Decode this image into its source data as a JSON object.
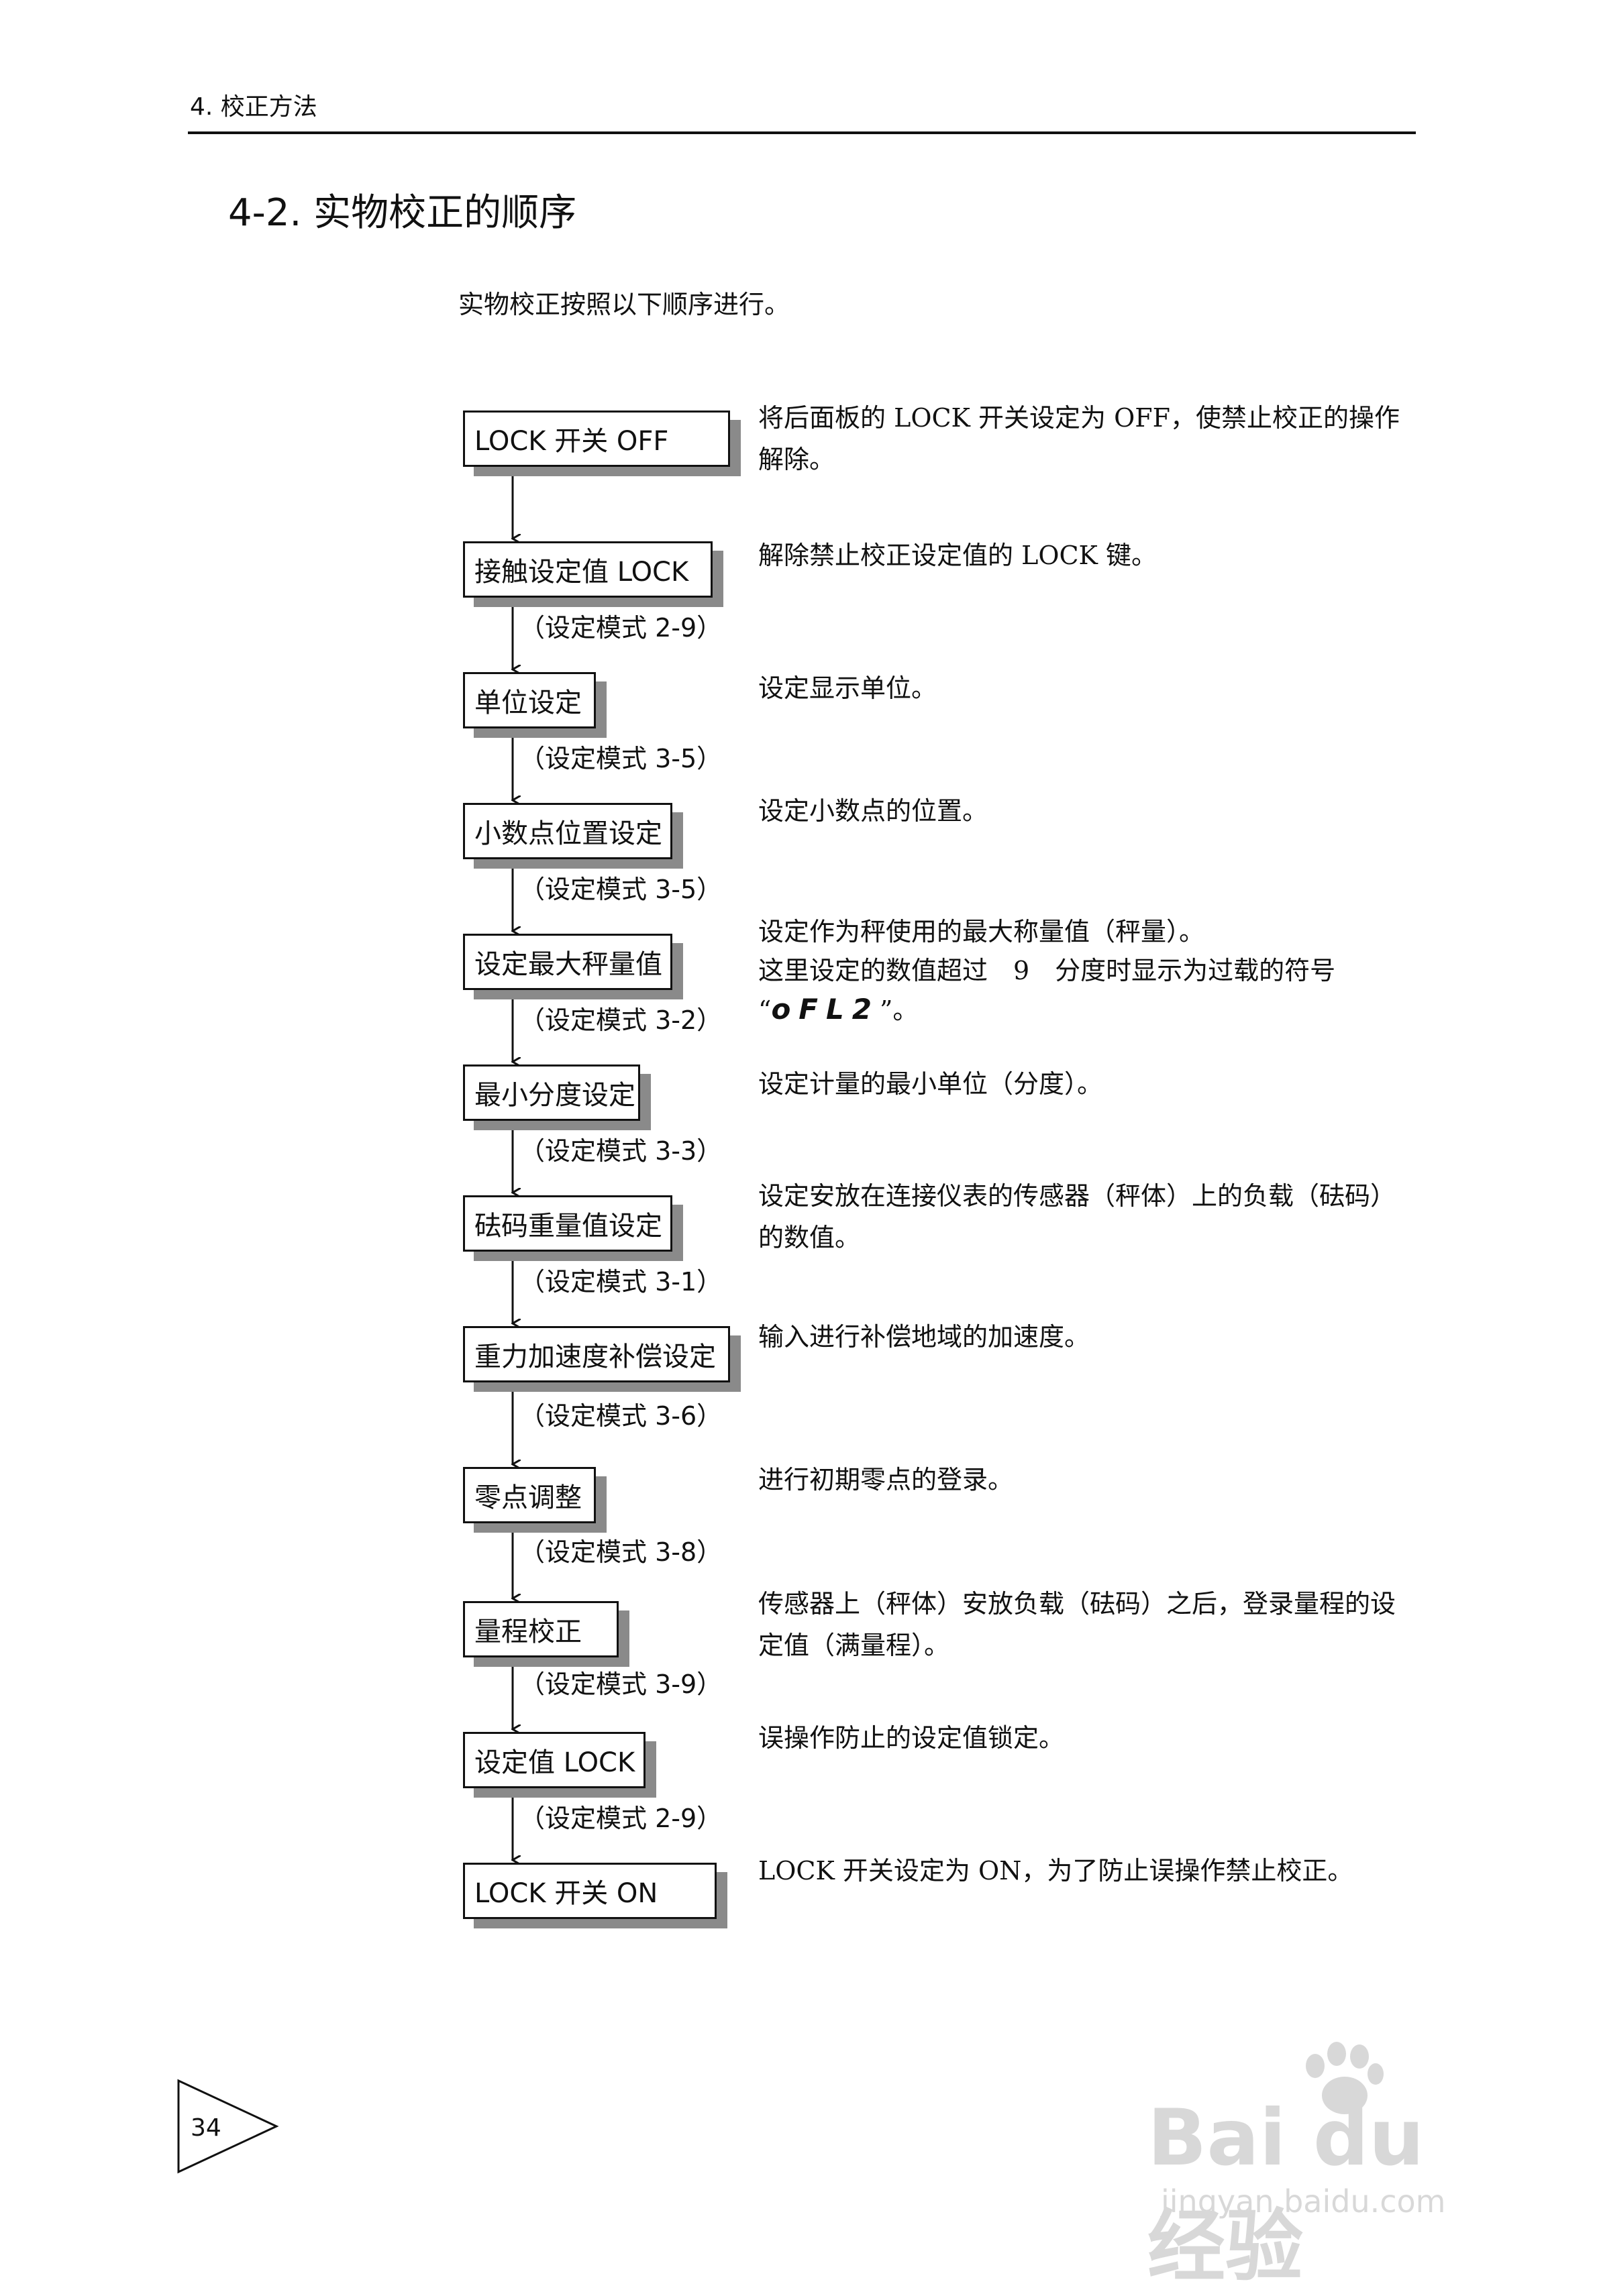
{
  "header": {
    "section": "4. 校正方法"
  },
  "title": "4-2. 实物校正的顺序",
  "intro": "实物校正按照以下顺序进行。",
  "steps": [
    {
      "label": "LOCK 开关 OFF",
      "mode": "",
      "desc": [
        "将后面板的 LOCK 开关设定为 OFF，使禁止校正的操作",
        "解除。"
      ]
    },
    {
      "label": "接触设定值 LOCK",
      "mode": "（设定模式 2-9）",
      "desc": [
        "解除禁止校正设定值的 LOCK 键。"
      ]
    },
    {
      "label": "单位设定",
      "mode": "（设定模式 3-5）",
      "desc": [
        "设定显示单位。"
      ]
    },
    {
      "label": "小数点位置设定",
      "mode": "（设定模式 3-5）",
      "desc": [
        "设定小数点的位置。"
      ]
    },
    {
      "label": "设定最大秤量值",
      "mode": "（设定模式 3-2）",
      "desc": [
        "设定作为秤使用的最大称量值（秤量）。",
        "这里设定的数值超过　9　分度时显示为过载的符号"
      ],
      "desc_symbol": "oFL2",
      "desc_open_quote": "“",
      "desc_close_quote": "”。"
    },
    {
      "label": "最小分度设定",
      "mode": "（设定模式 3-3）",
      "desc": [
        "设定计量的最小单位（分度）。"
      ]
    },
    {
      "label": "砝码重量值设定",
      "mode": "（设定模式 3-1）",
      "desc": [
        "设定安放在连接仪表的传感器（秤体）上的负载（砝码）",
        "的数值。"
      ]
    },
    {
      "label": "重力加速度补偿设定",
      "mode": "（设定模式 3-6）",
      "desc": [
        "输入进行补偿地域的加速度。"
      ]
    },
    {
      "label": "零点调整",
      "mode": "（设定模式 3-8）",
      "desc": [
        "进行初期零点的登录。"
      ]
    },
    {
      "label": "量程校正",
      "mode": "（设定模式 3-9）",
      "desc": [
        "传感器上（秤体）安放负载（砝码）之后，登录量程的设",
        "定值（满量程）。"
      ]
    },
    {
      "label": "设定值 LOCK",
      "mode": "（设定模式 2-9）",
      "desc": [
        "误操作防止的设定值锁定。"
      ]
    },
    {
      "label": "LOCK 开关 ON",
      "mode": "",
      "desc": [
        "LOCK 开关设定为 ON，为了防止误操作禁止校正。"
      ]
    }
  ],
  "page_number": "34",
  "watermark": {
    "brand": "Bai du 经验",
    "url": "jingyan.baidu.com"
  }
}
